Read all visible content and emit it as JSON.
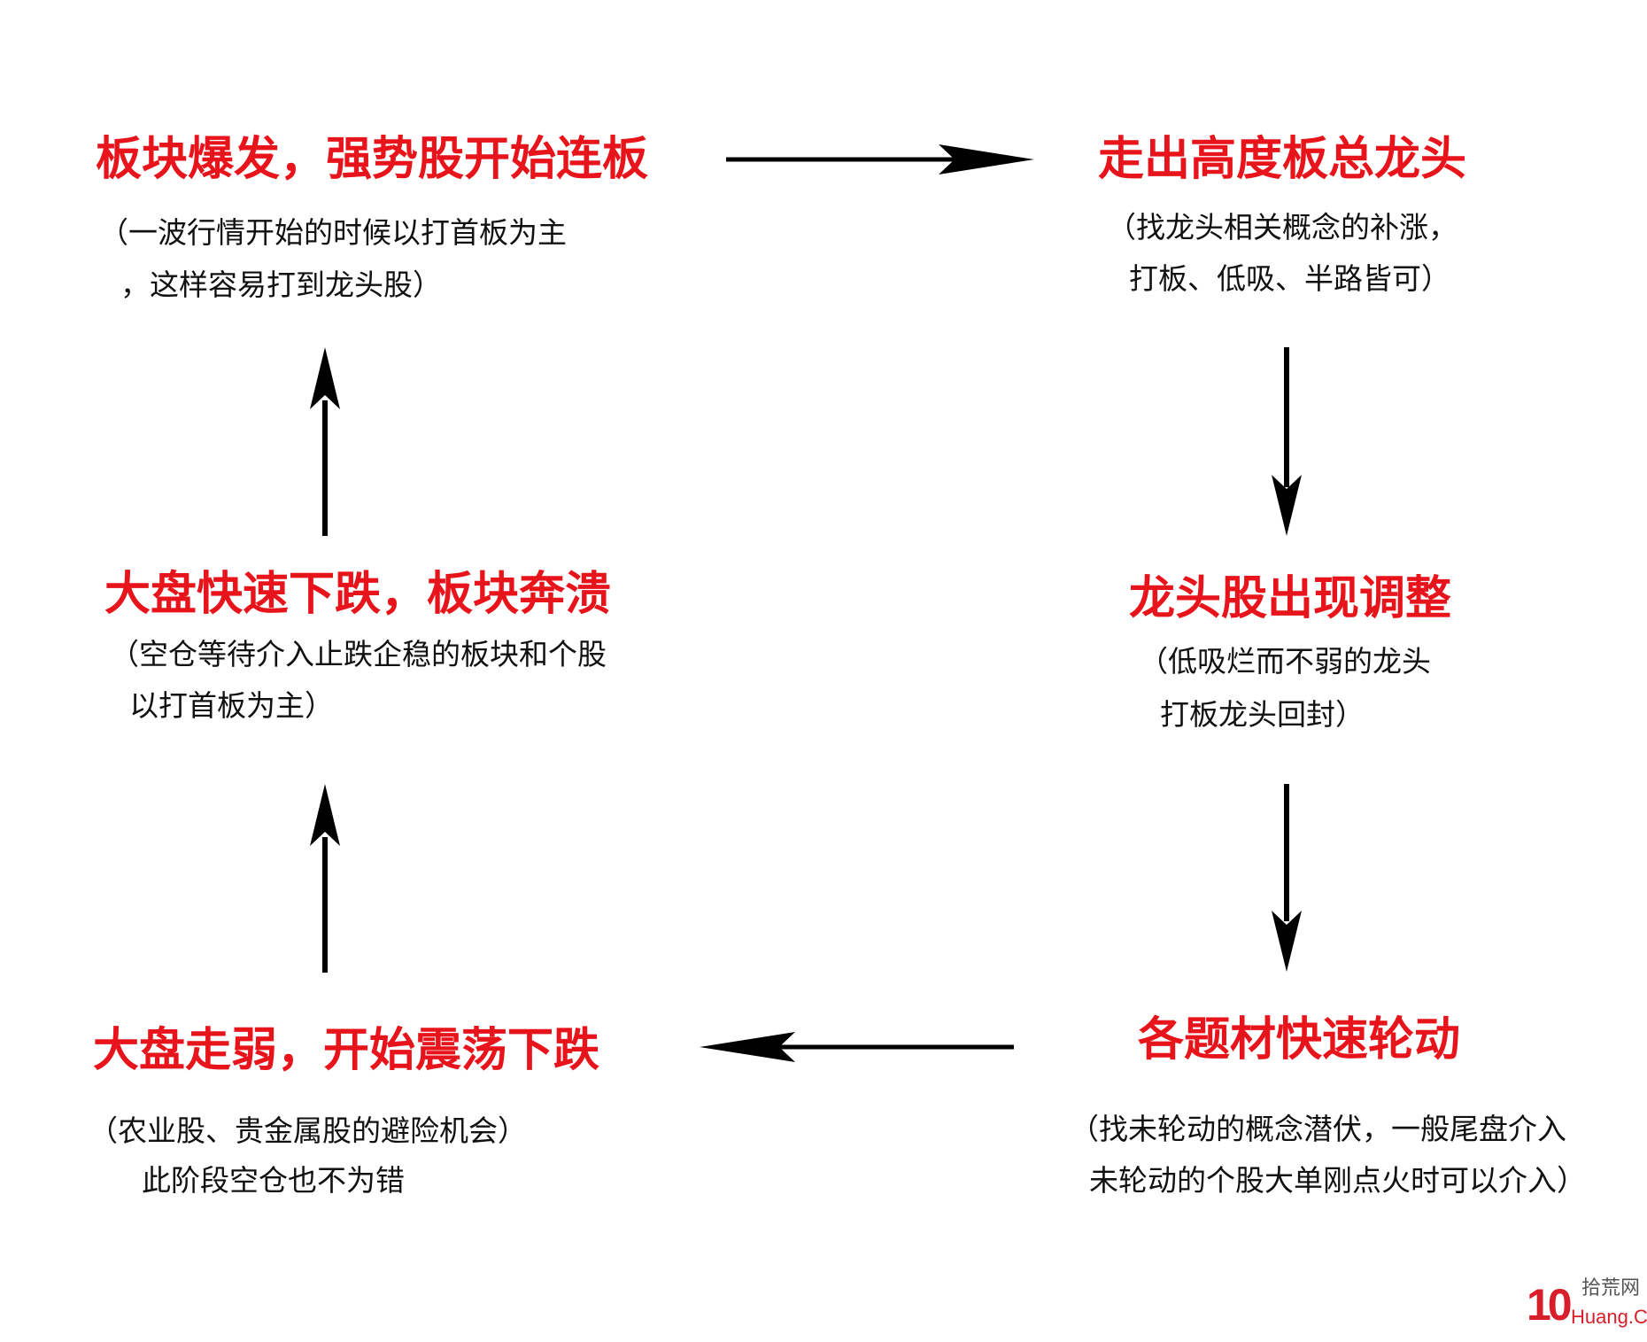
{
  "stages": {
    "top_left": {
      "title": "板块爆发，强势股开始连板",
      "note_line1": "（一波行情开始的时候以打首板为主",
      "note_line2": "，这样容易打到龙头股）"
    },
    "top_right": {
      "title": "走出高度板总龙头",
      "note_line1": "（找龙头相关概念的补涨，",
      "note_line2": "打板、低吸、半路皆可）"
    },
    "mid_right": {
      "title": "龙头股出现调整",
      "note_line1": "（低吸烂而不弱的龙头",
      "note_line2": "打板龙头回封）"
    },
    "bottom_right": {
      "title": "各题材快速轮动",
      "note_line1": "（找未轮动的概念潜伏，一般尾盘介入",
      "note_line2": "未轮动的个股大单刚点火时可以介入）"
    },
    "bottom_left": {
      "title": "大盘走弱，开始震荡下跌",
      "note_line1": "（农业股、贵金属股的避险机会）",
      "note_line2": "此阶段空仓也不为错"
    },
    "mid_left": {
      "title": "大盘快速下跌，板块奔溃",
      "note_line1": "（空仓等待介入止跌企稳的板块和个股",
      "note_line2": "以打首板为主）"
    }
  },
  "watermark": {
    "number": "10",
    "cn_text": "拾荒网",
    "en_text": "Huang.CN"
  },
  "colors": {
    "title": "#e8141b",
    "note": "#111111",
    "arrow": "#000000",
    "watermark_red": "#d81e2a"
  }
}
